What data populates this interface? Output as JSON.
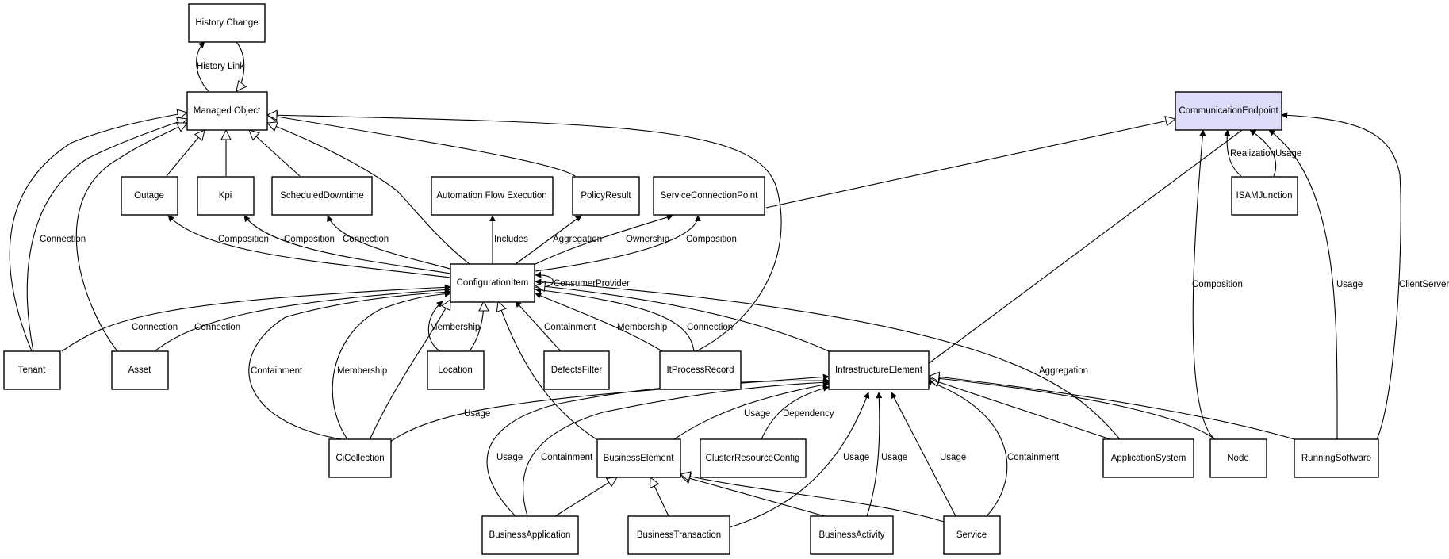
{
  "nodes": [
    {
      "id": "history_change",
      "label": "History Change"
    },
    {
      "id": "managed_object",
      "label": "Managed Object"
    },
    {
      "id": "communication_endpoint",
      "label": "CommunicationEndpoint",
      "fill": "#dcdcf8"
    },
    {
      "id": "outage",
      "label": "Outage"
    },
    {
      "id": "kpi",
      "label": "Kpi"
    },
    {
      "id": "scheduled_downtime",
      "label": "ScheduledDowntime"
    },
    {
      "id": "automation_flow_execution",
      "label": "Automation Flow Execution"
    },
    {
      "id": "policy_result",
      "label": "PolicyResult"
    },
    {
      "id": "service_connection_point",
      "label": "ServiceConnectionPoint"
    },
    {
      "id": "isam_junction",
      "label": "ISAMJunction"
    },
    {
      "id": "configuration_item",
      "label": "ConfigurationItem"
    },
    {
      "id": "tenant",
      "label": "Tenant"
    },
    {
      "id": "asset",
      "label": "Asset"
    },
    {
      "id": "location",
      "label": "Location"
    },
    {
      "id": "defects_filter",
      "label": "DefectsFilter"
    },
    {
      "id": "it_process_record",
      "label": "ItProcessRecord"
    },
    {
      "id": "infrastructure_element",
      "label": "InfrastructureElement"
    },
    {
      "id": "ci_collection",
      "label": "CiCollection"
    },
    {
      "id": "business_element",
      "label": "BusinessElement"
    },
    {
      "id": "cluster_resource_config",
      "label": "ClusterResourceConfig"
    },
    {
      "id": "application_system",
      "label": "ApplicationSystem"
    },
    {
      "id": "node",
      "label": "Node"
    },
    {
      "id": "running_software",
      "label": "RunningSoftware"
    },
    {
      "id": "business_application",
      "label": "BusinessApplication"
    },
    {
      "id": "business_transaction",
      "label": "BusinessTransaction"
    },
    {
      "id": "business_activity",
      "label": "BusinessActivity"
    },
    {
      "id": "service",
      "label": "Service"
    }
  ],
  "edge_labels": {
    "history_link": "History Link",
    "connection": "Connection",
    "composition": "Composition",
    "includes": "Includes",
    "aggregation": "Aggregation",
    "ownership": "Ownership",
    "consumer_provider": "ConsumerProvider",
    "containment": "Containment",
    "membership": "Membership",
    "usage": "Usage",
    "dependency": "Dependency",
    "realization": "Realization",
    "client_server": "ClientServer"
  }
}
